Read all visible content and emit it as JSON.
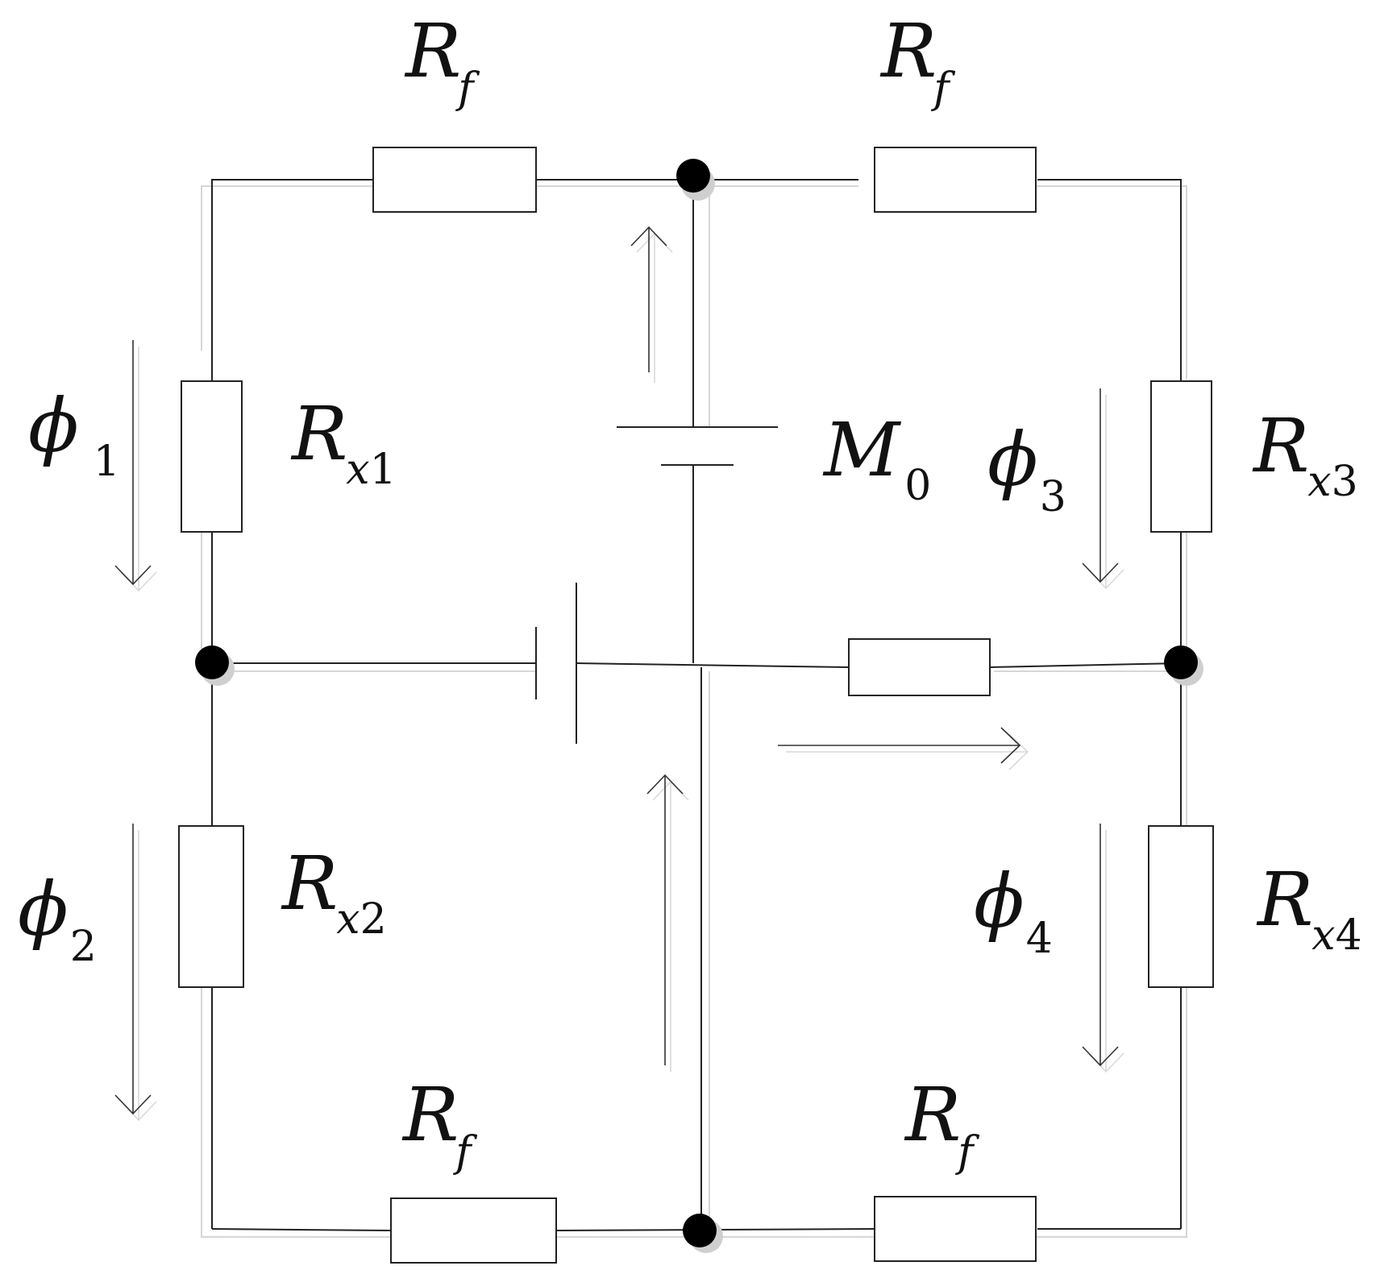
{
  "labels": {
    "rf_top_left": {
      "main": "R",
      "sub": "f"
    },
    "rf_top_right": {
      "main": "R",
      "sub": "f"
    },
    "rf_bottom_left": {
      "main": "R",
      "sub": "f"
    },
    "rf_bottom_right": {
      "main": "R",
      "sub": "f"
    },
    "rx1": {
      "main": "R",
      "sub": "x",
      "num": "1"
    },
    "rx2": {
      "main": "R",
      "sub": "x",
      "num": "2"
    },
    "rx3": {
      "main": "R",
      "sub": "x",
      "num": "3"
    },
    "rx4": {
      "main": "R",
      "sub": "x",
      "num": "4"
    },
    "phi1": {
      "main": "ϕ",
      "num": "1"
    },
    "phi2": {
      "main": "ϕ",
      "num": "2"
    },
    "phi3": {
      "main": "ϕ",
      "num": "3"
    },
    "phi4": {
      "main": "ϕ",
      "num": "4"
    },
    "m0": {
      "main": "M",
      "num": "0"
    }
  },
  "colors": {
    "wire": "#222222",
    "shadow": "#d6d6d6",
    "node": "#000000"
  }
}
